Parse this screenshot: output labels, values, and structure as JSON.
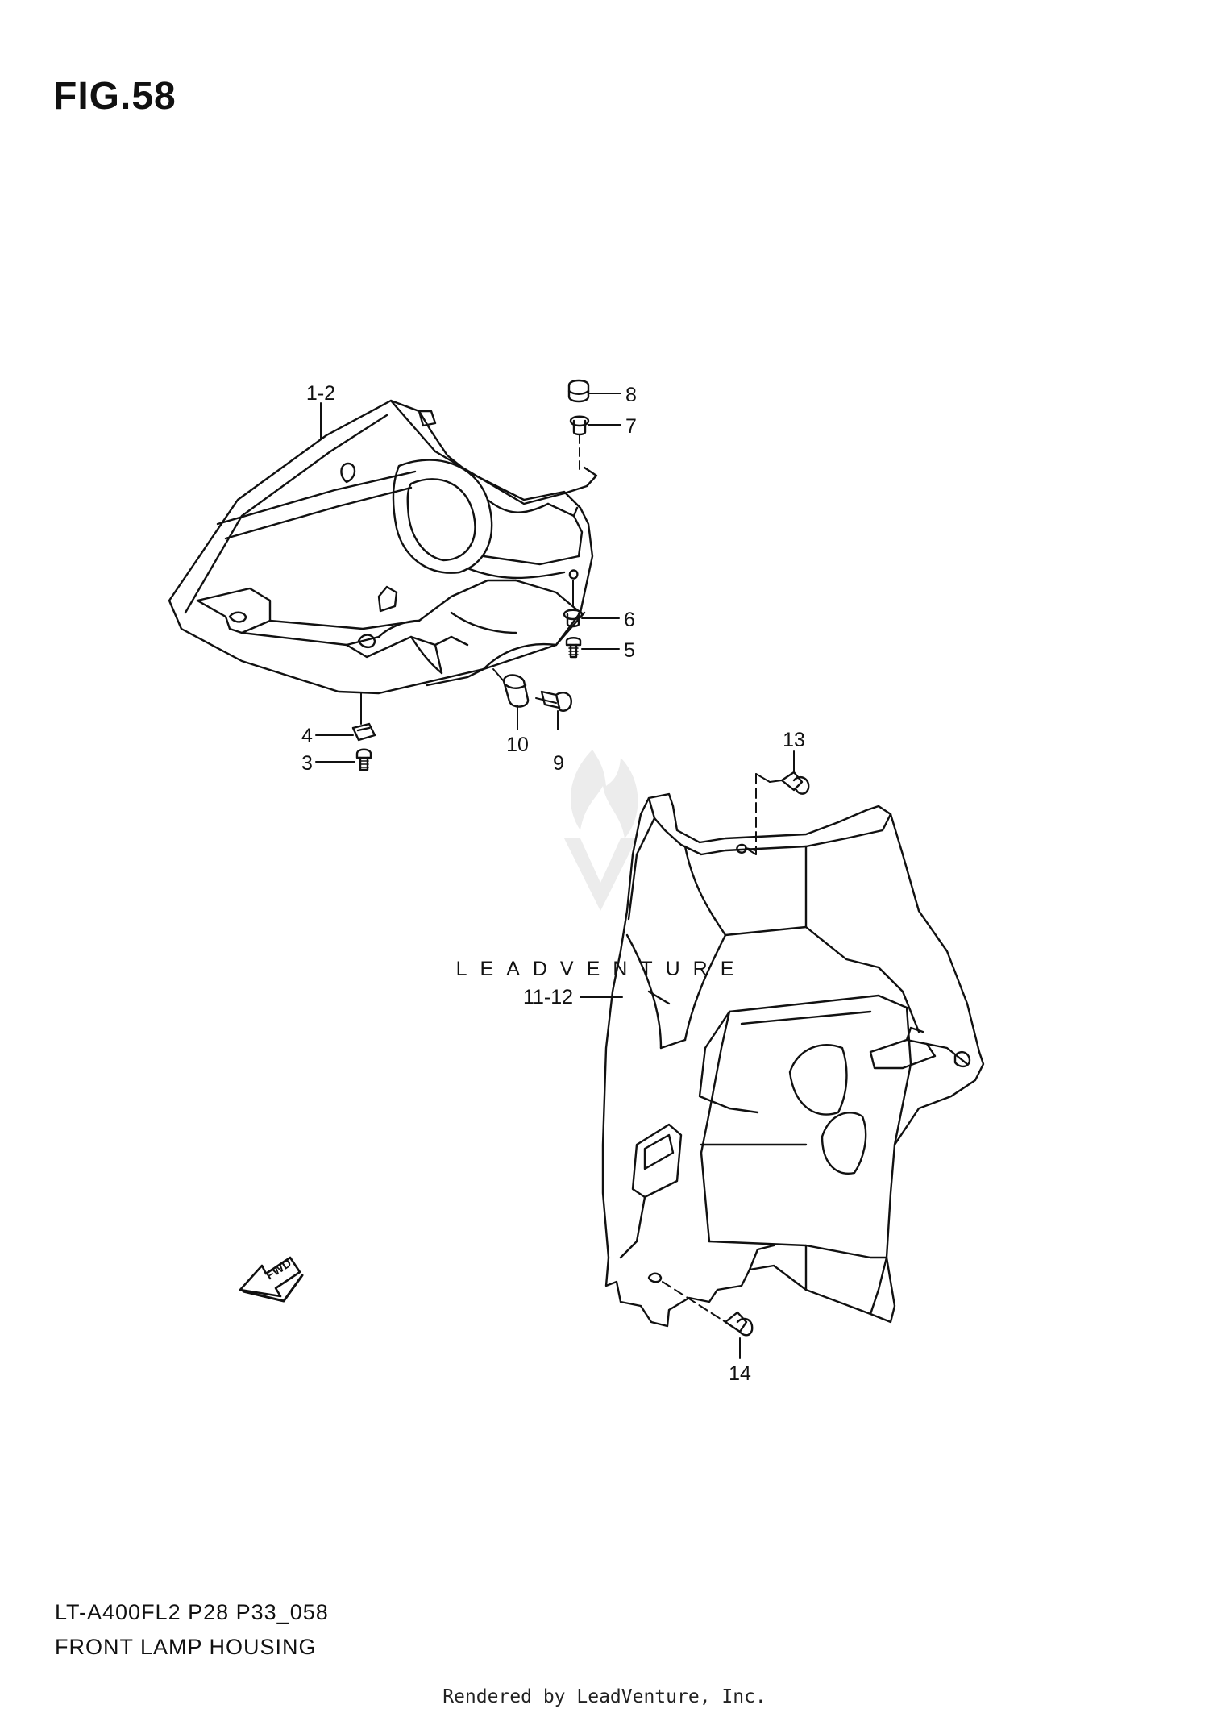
{
  "figure": {
    "title": "FIG.58"
  },
  "watermark": {
    "text": "LEADVENTURE"
  },
  "callouts": [
    {
      "id": "c-1-2",
      "label": "1-2"
    },
    {
      "id": "c-8",
      "label": "8"
    },
    {
      "id": "c-7",
      "label": "7"
    },
    {
      "id": "c-6",
      "label": "6"
    },
    {
      "id": "c-5",
      "label": "5"
    },
    {
      "id": "c-4",
      "label": "4"
    },
    {
      "id": "c-3",
      "label": "3"
    },
    {
      "id": "c-10",
      "label": "10"
    },
    {
      "id": "c-9",
      "label": "9"
    },
    {
      "id": "c-13",
      "label": "13"
    },
    {
      "id": "c-11-12",
      "label": "11-12"
    },
    {
      "id": "c-14",
      "label": "14"
    }
  ],
  "fwd_arrow": {
    "label": "FWD"
  },
  "footer": {
    "model_code": "LT-A400FL2 P28 P33_058",
    "section_name": "FRONT LAMP HOUSING",
    "rendered_by": "Rendered by LeadVenture, Inc."
  },
  "colors": {
    "line": "#111111",
    "watermark": "#e5e5e5",
    "background": "#ffffff"
  }
}
